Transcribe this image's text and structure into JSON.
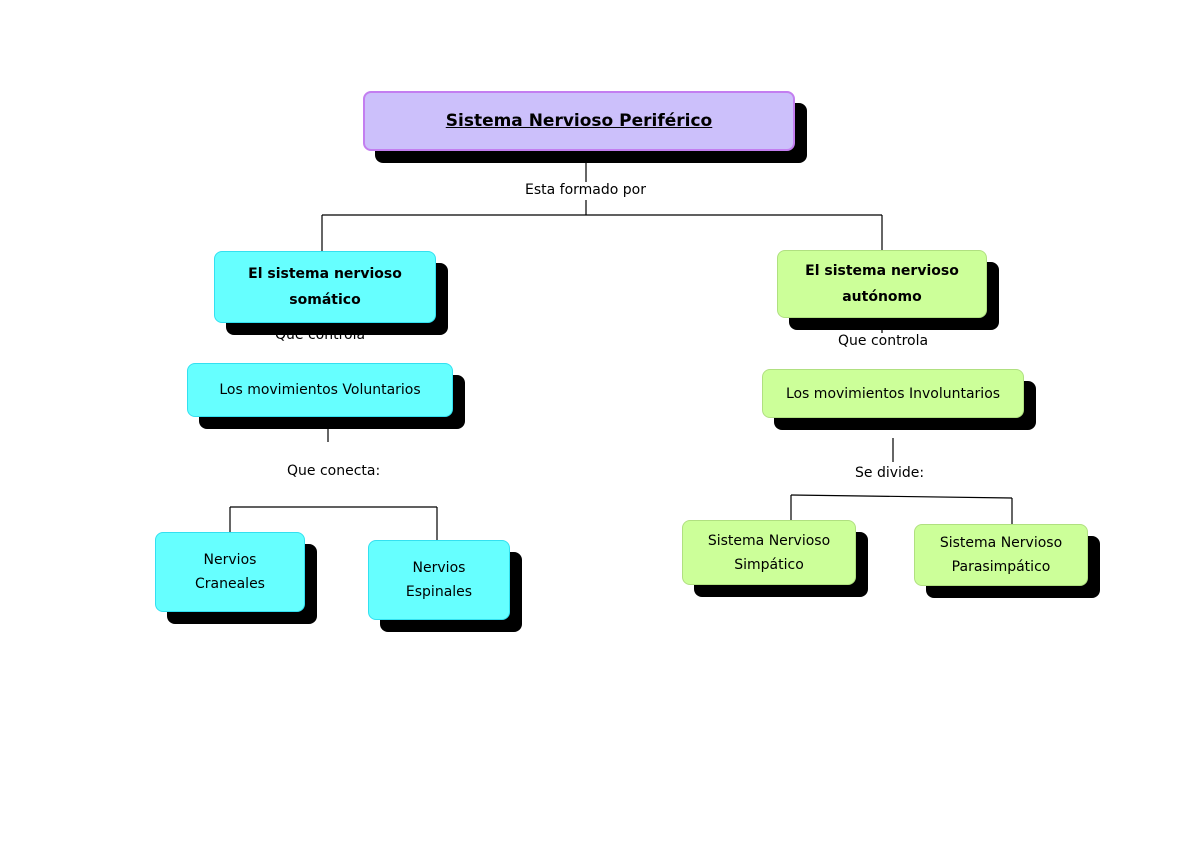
{
  "title": "Sistema Nervioso Periférico",
  "connector_top": "Esta formado por",
  "left": {
    "head": "El sistema nervioso somático",
    "controls_label": "Que controla",
    "controls": "Los movimientos Voluntarios",
    "connects_label": "Que conecta:",
    "children": [
      "Nervios Craneales",
      "Nervios Espinales"
    ]
  },
  "right": {
    "head": "El sistema nervioso autónomo",
    "controls_label": "Que controla",
    "controls": "Los movimientos Involuntarios",
    "divides_label": "Se divide:",
    "children": [
      "Sistema Nervioso Simpático",
      "Sistema Nervioso Parasimpático"
    ]
  },
  "colors": {
    "title_fill": "#ccc0fb",
    "left_fill": "#66ffff",
    "right_fill": "#ccff99",
    "shadow": "#000000"
  }
}
